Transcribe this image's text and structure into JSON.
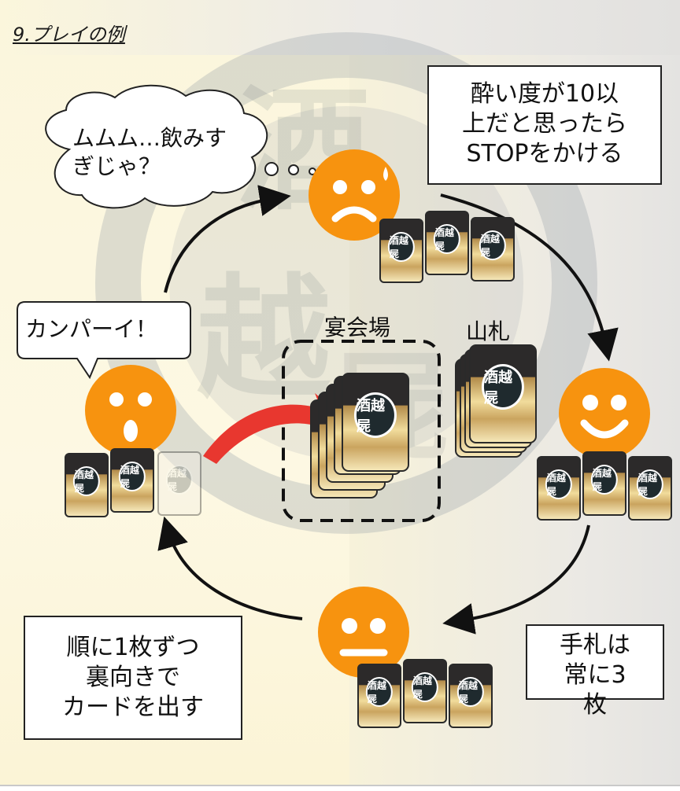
{
  "title": "9.プレイの例",
  "bubbles": {
    "thinking": "ムムム…飲みすぎじゃ？",
    "thinking_lines": [
      "ムムム…飲みす",
      "ぎじゃ？"
    ],
    "cheers": "カンパーイ！"
  },
  "boxes": {
    "stop_lines": [
      "酔い度が10以",
      "上だと思ったら",
      "STOPをかける"
    ],
    "play_lines": [
      "順に1枚ずつ",
      "裏向きで",
      "カードを出す"
    ],
    "hand_lines": [
      "手札は",
      "常に3",
      "枚"
    ]
  },
  "zones": {
    "banquet": "宴会場",
    "deck": "山札"
  },
  "card_emblem": "酒越屍",
  "watermark": "酒越の屍",
  "colors": {
    "face": "#f7930f",
    "arrow": "#e8372f",
    "cycle": "#111111"
  },
  "icons": [
    "worried-face-icon",
    "happy-face-icon",
    "neutral-face-icon",
    "cheering-face-icon",
    "sweat-drop-icon",
    "play-card-arrow-icon"
  ]
}
